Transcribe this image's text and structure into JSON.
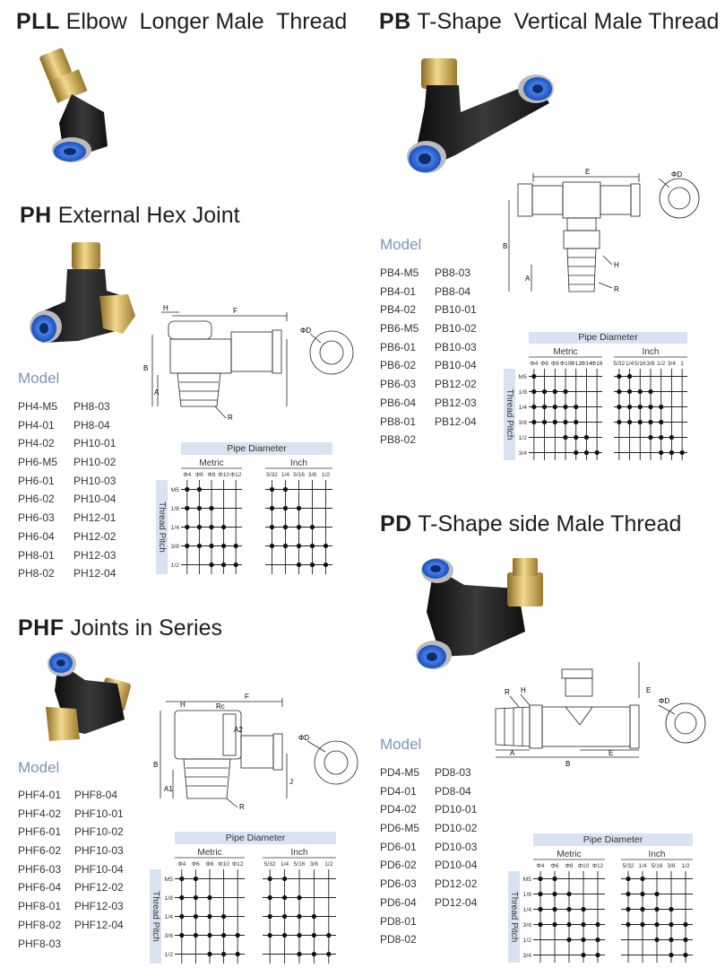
{
  "sections": [
    {
      "id": "pll",
      "code": "PLL",
      "name": "Elbow  Longer Male  Thread"
    },
    {
      "id": "pb",
      "code": "PB",
      "name": "T-Shape  Vertical Male Thread",
      "model_label": "Model",
      "models_col1": [
        "PB4-M5",
        "PB4-01",
        "PB4-02",
        "PB6-M5",
        "PB6-01",
        "PB6-02",
        "PB6-03",
        "PB6-04",
        "PB8-01",
        "PB8-02"
      ],
      "models_col2": [
        "PB8-03",
        "PB8-04",
        "PB10-01",
        "PB10-02",
        "PB10-03",
        "PB10-04",
        "PB12-02",
        "PB12-03",
        "PB12-04"
      ],
      "dims": {
        "E": "E",
        "D": "ΦD",
        "B": "B",
        "H": "H",
        "A": "A",
        "R": "R"
      },
      "chart": {
        "header": "Pipe Diameter",
        "group1": "Metric",
        "group2": "Inch",
        "cols1": [
          "Φ4",
          "Φ6",
          "Φ8",
          "Φ10",
          "Φ12",
          "Φ14",
          "Φ16"
        ],
        "cols2": [
          "5/32",
          "1/4",
          "5/16",
          "3/8",
          "1/2",
          "3/4",
          "1"
        ],
        "side_label": "Thread Pitch",
        "rows": [
          "M5",
          "1/8",
          "1/4",
          "3/8",
          "1/2",
          "3/4"
        ],
        "dots1": [
          [
            1,
            0,
            0,
            0,
            0,
            0,
            0
          ],
          [
            1,
            1,
            1,
            1,
            0,
            0,
            0
          ],
          [
            1,
            1,
            1,
            1,
            1,
            0,
            0
          ],
          [
            1,
            1,
            1,
            1,
            1,
            0,
            0
          ],
          [
            0,
            0,
            0,
            1,
            1,
            1,
            0
          ],
          [
            0,
            0,
            0,
            0,
            1,
            1,
            1
          ]
        ],
        "dots2": [
          [
            1,
            1,
            0,
            0,
            0,
            0,
            0
          ],
          [
            1,
            1,
            1,
            1,
            0,
            0,
            0
          ],
          [
            1,
            1,
            1,
            1,
            1,
            0,
            0
          ],
          [
            1,
            1,
            1,
            1,
            1,
            0,
            0
          ],
          [
            0,
            0,
            0,
            1,
            1,
            1,
            0
          ],
          [
            0,
            0,
            0,
            0,
            1,
            1,
            1
          ]
        ]
      }
    },
    {
      "id": "ph",
      "code": "PH",
      "name": "External Hex Joint",
      "model_label": "Model",
      "models_col1": [
        "PH4-M5",
        "PH4-01",
        "PH4-02",
        "PH6-M5",
        "PH6-01",
        "PH6-02",
        "PH6-03",
        "PH6-04",
        "PH8-01",
        "PH8-02"
      ],
      "models_col2": [
        "PH8-03",
        "PH8-04",
        "PH10-01",
        "PH10-02",
        "PH10-03",
        "PH10-04",
        "PH12-01",
        "PH12-02",
        "PH12-03",
        "PH12-04"
      ],
      "dims": {
        "H": "H",
        "F": "F",
        "D": "ΦD",
        "B": "B",
        "A": "A",
        "R": "R"
      },
      "chart": {
        "header": "Pipe Diameter",
        "group1": "Metric",
        "group2": "Inch",
        "cols1": [
          "Φ4",
          "Φ6",
          "Φ8",
          "Φ10",
          "Φ12"
        ],
        "cols2": [
          "5/32",
          "1/4",
          "5/16",
          "3/8",
          "1/2"
        ],
        "side_label": "Thread Pitch",
        "rows": [
          "M5",
          "1/8",
          "1/4",
          "3/8",
          "1/2"
        ],
        "dots1": [
          [
            1,
            1,
            0,
            0,
            0
          ],
          [
            1,
            1,
            1,
            0,
            0
          ],
          [
            1,
            1,
            1,
            1,
            0
          ],
          [
            1,
            1,
            1,
            1,
            1
          ],
          [
            0,
            0,
            1,
            1,
            1
          ]
        ],
        "dots2": [
          [
            1,
            1,
            0,
            0,
            0
          ],
          [
            1,
            1,
            1,
            0,
            0
          ],
          [
            1,
            1,
            1,
            1,
            0
          ],
          [
            1,
            1,
            1,
            1,
            1
          ],
          [
            0,
            0,
            1,
            1,
            1
          ]
        ]
      }
    },
    {
      "id": "phf",
      "code": "PHF",
      "name": "Joints in Series",
      "model_label": "Model",
      "models_col1": [
        "PHF4-01",
        "PHF4-02",
        "PHF6-01",
        "PHF6-02",
        "PHF6-03",
        "PHF6-04",
        "PHF8-01",
        "PHF8-02",
        "PHF8-03"
      ],
      "models_col2": [
        "PHF8-04",
        "PHF10-01",
        "PHF10-02",
        "PHF10-03",
        "PHF10-04",
        "PHF12-02",
        "PHF12-03",
        "PHF12-04"
      ],
      "dims": {
        "H": "H",
        "Rc": "Rc",
        "F": "F",
        "A2": "A2",
        "D": "ΦD",
        "B": "B",
        "A1": "A1",
        "J": "J",
        "R": "R"
      },
      "chart": {
        "header": "Pipe Diameter",
        "group1": "Metric",
        "group2": "Inch",
        "cols1": [
          "Φ4",
          "Φ6",
          "Φ8",
          "Φ10",
          "Φ12"
        ],
        "cols2": [
          "5/32",
          "1/4",
          "5/16",
          "3/8",
          "1/2"
        ],
        "side_label": "Thread Pitch",
        "rows": [
          "M5",
          "1/8",
          "1/4",
          "3/8",
          "1/2"
        ],
        "dots1": [
          [
            1,
            1,
            0,
            0,
            0
          ],
          [
            1,
            1,
            1,
            0,
            0
          ],
          [
            1,
            1,
            1,
            1,
            0
          ],
          [
            1,
            1,
            1,
            1,
            1
          ],
          [
            0,
            0,
            1,
            1,
            1
          ]
        ],
        "dots2": [
          [
            1,
            1,
            0,
            0,
            0
          ],
          [
            1,
            1,
            1,
            0,
            0
          ],
          [
            1,
            1,
            1,
            1,
            0
          ],
          [
            1,
            1,
            1,
            1,
            1
          ],
          [
            0,
            0,
            1,
            1,
            1
          ]
        ]
      }
    },
    {
      "id": "pd",
      "code": "PD",
      "name": "T-Shape side Male Thread",
      "model_label": "Model",
      "models_col1": [
        "PD4-M5",
        "PD4-01",
        "PD4-02",
        "PD6-M5",
        "PD6-01",
        "PD6-02",
        "PD6-03",
        "PD6-04",
        "PD8-01",
        "PD8-02"
      ],
      "models_col2": [
        "PD8-03",
        "PD8-04",
        "PD10-01",
        "PD10-02",
        "PD10-03",
        "PD10-04",
        "PD12-02",
        "PD12-04"
      ],
      "dims": {
        "R": "R",
        "H": "H",
        "E": "E",
        "D": "ΦD",
        "A": "A",
        "B": "B",
        "E2": "E"
      },
      "chart": {
        "header": "Pipe Diameter",
        "group1": "Metric",
        "group2": "Inch",
        "cols1": [
          "Φ4",
          "Φ6",
          "Φ8",
          "Φ10",
          "Φ12"
        ],
        "cols2": [
          "5/32",
          "1/4",
          "5/16",
          "3/8",
          "1/2"
        ],
        "side_label": "Thread Pitch",
        "rows": [
          "M5",
          "1/8",
          "1/4",
          "3/8",
          "1/2",
          "3/4"
        ],
        "dots1": [
          [
            1,
            1,
            0,
            0,
            0
          ],
          [
            1,
            1,
            1,
            0,
            0
          ],
          [
            1,
            1,
            1,
            1,
            0
          ],
          [
            1,
            1,
            1,
            1,
            1
          ],
          [
            0,
            0,
            1,
            1,
            1
          ],
          [
            0,
            0,
            0,
            1,
            1
          ]
        ],
        "dots2": [
          [
            1,
            1,
            0,
            0,
            0
          ],
          [
            1,
            1,
            1,
            0,
            0
          ],
          [
            1,
            1,
            1,
            1,
            0
          ],
          [
            1,
            1,
            1,
            1,
            1
          ],
          [
            0,
            0,
            1,
            1,
            1
          ],
          [
            0,
            0,
            0,
            1,
            1
          ]
        ]
      }
    }
  ],
  "colors": {
    "fitting_black": "#1c1c1c",
    "collet_blue": "#1f5fcf",
    "brass": "#c9a34a",
    "header_fill": "#d9e2f0",
    "model_label": "#7d94b8"
  }
}
